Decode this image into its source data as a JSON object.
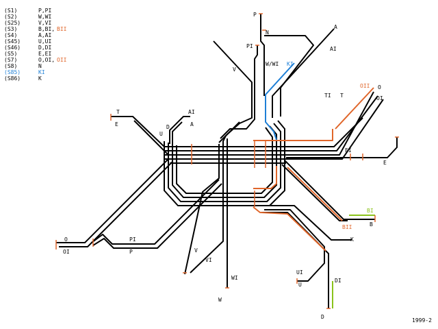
{
  "legend": [
    {
      "code": "(S1)",
      "lines": [
        {
          "text": "P,PI",
          "color": "black"
        }
      ]
    },
    {
      "code": "(S2)",
      "lines": [
        {
          "text": "W,WI",
          "color": "black"
        }
      ]
    },
    {
      "code": "(S25)",
      "lines": [
        {
          "text": "V,VI",
          "color": "black"
        }
      ]
    },
    {
      "code": "(S3)",
      "lines": [
        {
          "text": "B,BI,",
          "color": "black"
        },
        {
          "text": "BII",
          "color": "orange"
        }
      ]
    },
    {
      "code": "(S4)",
      "lines": [
        {
          "text": "A,AI",
          "color": "black"
        }
      ]
    },
    {
      "code": "(S45)",
      "lines": [
        {
          "text": "U,UI",
          "color": "black"
        }
      ]
    },
    {
      "code": "(S46)",
      "lines": [
        {
          "text": "D,DI",
          "color": "black"
        }
      ]
    },
    {
      "code": "(S5)",
      "lines": [
        {
          "text": "E,EI",
          "color": "black"
        }
      ]
    },
    {
      "code": "(S7)",
      "lines": [
        {
          "text": "O,OI,",
          "color": "black"
        },
        {
          "text": "OII",
          "color": "orange"
        }
      ]
    },
    {
      "code": "(S8)",
      "lines": [
        {
          "text": "N",
          "color": "black"
        }
      ]
    },
    {
      "code": "(S85)",
      "lines": [
        {
          "text": "KI",
          "color": "blue"
        }
      ],
      "code_color": "blue"
    },
    {
      "code": "(S86)",
      "lines": [
        {
          "text": "K",
          "color": "black"
        }
      ]
    }
  ],
  "colors": {
    "black": "#000000",
    "orange": "#e0662a",
    "blue": "#1e7fd6",
    "green": "#8ac21a",
    "background": "#ffffff"
  },
  "labels": {
    "P": "P",
    "N": "N",
    "PI": "PI",
    "W_WI": "W/WI",
    "KI": "KI",
    "A": "A",
    "AI": "AI",
    "V": "V",
    "OII": "OII",
    "O": "O",
    "OI": "OI",
    "TI": "TI",
    "T_right": "T",
    "T_left": "T",
    "E_left": "E",
    "AI_left": "AI",
    "A_left": "A",
    "U_left": "U",
    "D_left": "D",
    "EI": "EI",
    "E_right": "E",
    "BI": "BI",
    "BII": "BII",
    "B": "B",
    "K": "K",
    "O_left": "O",
    "OI_left": "OI",
    "PI_bottom": "PI",
    "P_bottom": "P",
    "V_bottom": "V",
    "VI": "VI",
    "WI": "WI",
    "W_bottom": "W",
    "UI": "UI",
    "U_bottom": "U",
    "DI": "DI",
    "D_bottom": "D"
  },
  "version": "1999-2"
}
